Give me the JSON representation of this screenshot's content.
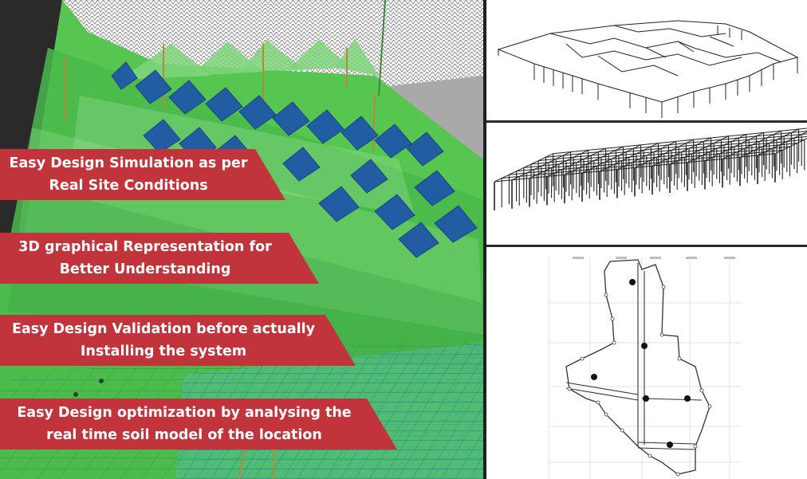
{
  "features": [
    {
      "line1": "Easy Design Simulation as per",
      "line2": "Real Site Conditions"
    },
    {
      "line1": "3D graphical Representation for",
      "line2": "Better Understanding"
    },
    {
      "line1": "Easy Design Validation before actually",
      "line2": "Installing the system"
    },
    {
      "line1": "Easy Design optimization by analysing the",
      "line2": "real time soil model of the location"
    }
  ],
  "colors": {
    "banner_red": "#c1343b",
    "terrain_green": "#5fc95a",
    "panel_blue": "#1f58a8",
    "dark_frame": "#2a2a2a"
  }
}
